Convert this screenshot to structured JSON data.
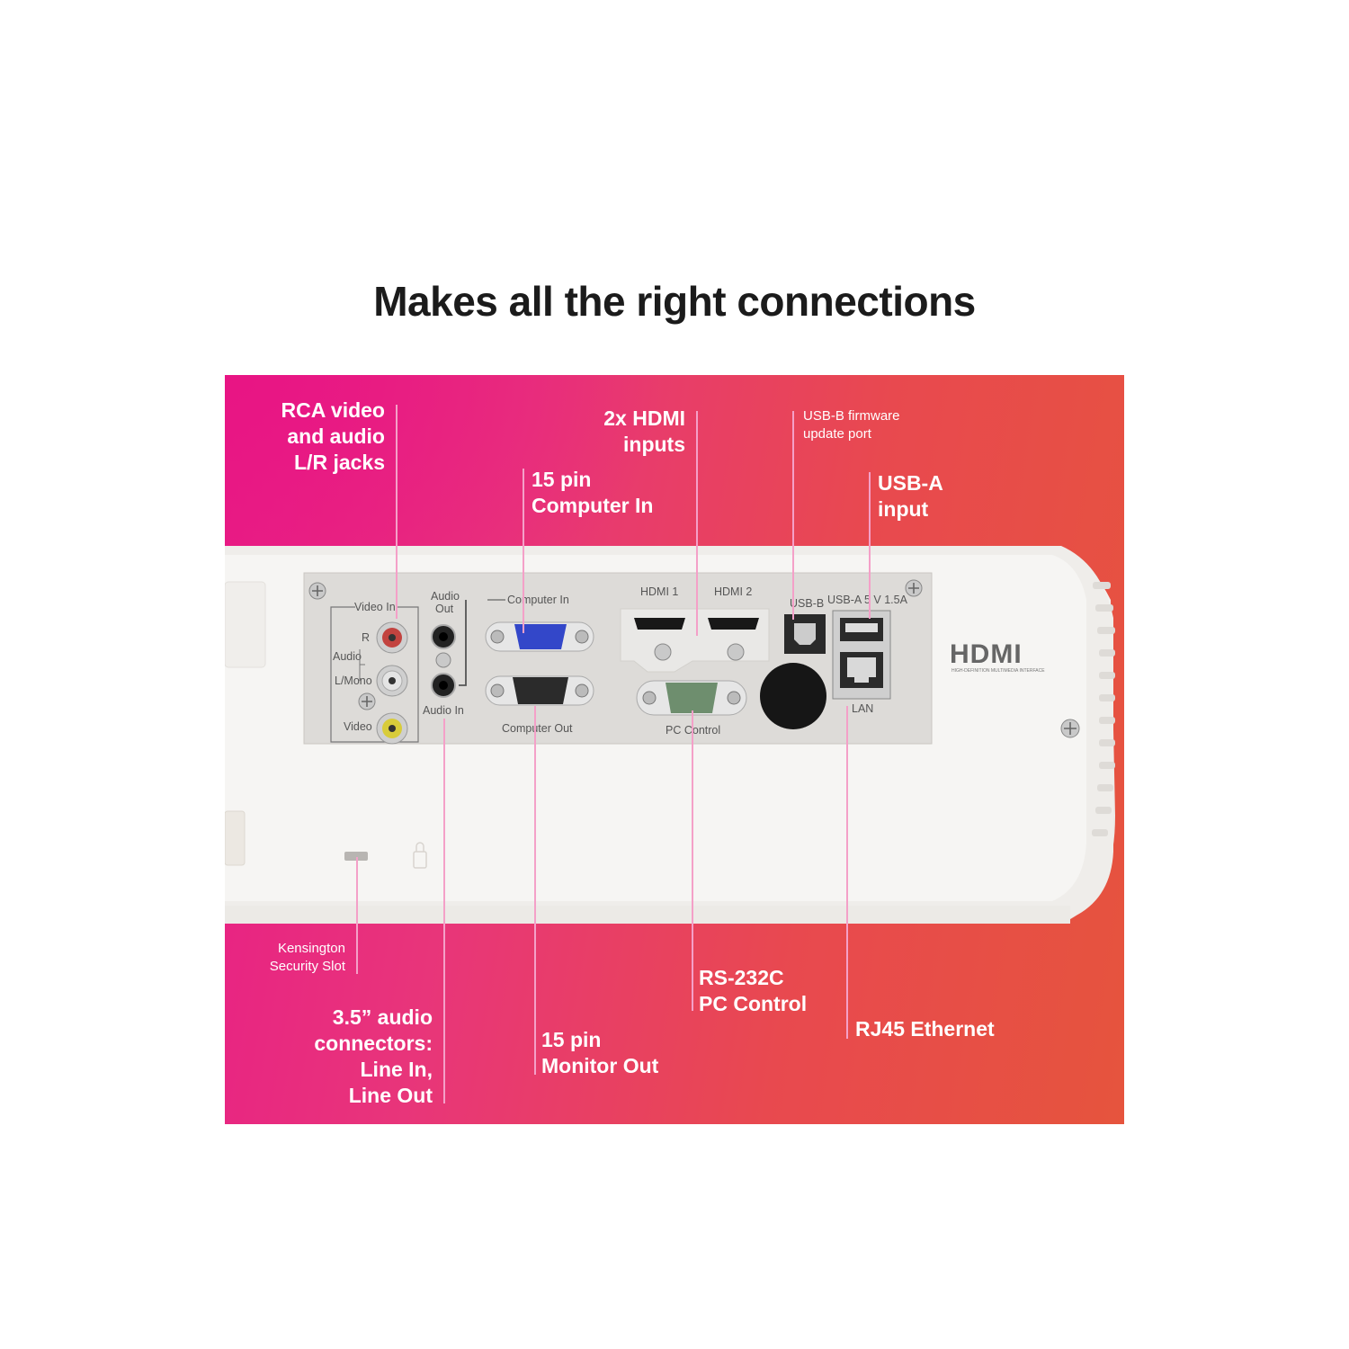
{
  "headline": "Makes all the right connections",
  "callouts": {
    "rca": "RCA video\nand audio\nL/R jacks",
    "hdmi": "2x HDMI\ninputs",
    "computer_in": "15 pin\nComputer In",
    "usb_b": "USB-B firmware\nupdate port",
    "usb_a": "USB-A\ninput",
    "kensington": "Kensington\nSecurity Slot",
    "audio_35": "3.5” audio\nconnectors:\nLine In,\nLine Out",
    "monitor_out": "15 pin\nMonitor Out",
    "rs232": "RS-232C\nPC Control",
    "rj45": "RJ45 Ethernet"
  },
  "port_labels": {
    "video_in": "Video In",
    "r": "R",
    "audio": "Audio",
    "l_mono": "L/Mono",
    "video": "Video",
    "audio_out": "Audio\nOut",
    "audio_out_line1": "Audio",
    "audio_out_line2": "Out",
    "audio_in": "Audio In",
    "computer_in": "Computer In",
    "computer_out": "Computer Out",
    "hdmi1": "HDMI 1",
    "hdmi2": "HDMI 2",
    "pc_control": "PC Control",
    "usb_b": "USB-B",
    "usb_a": "USB-A 5 V 1.5A",
    "lan": "LAN",
    "hdmi_logo": "HDMI",
    "hdmi_logo_sub": "HIGH-DEFINITION MULTIMEDIA INTERFACE"
  },
  "colors": {
    "lead_line": "#f4a0c8",
    "vga_in": "#3347c9",
    "rca_red": "#c2433f",
    "rca_yellow": "#d8cc3a",
    "rs232": "#6e8e6e"
  }
}
